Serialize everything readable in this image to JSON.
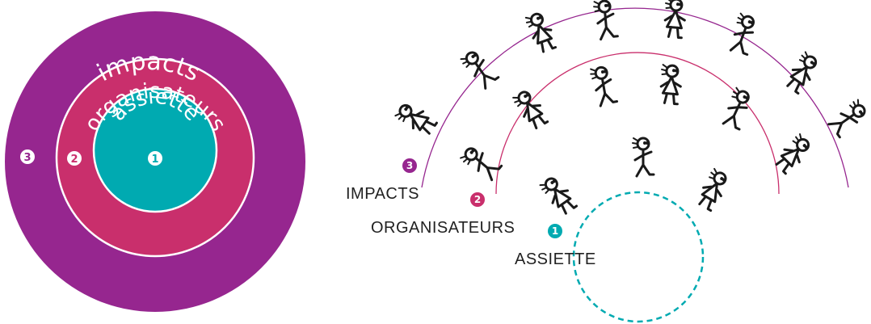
{
  "colors": {
    "impacts": "#96268f",
    "organisateurs": "#c92f6c",
    "assiette": "#00aab1",
    "ring_stroke": "#ffffff",
    "figure": "#1a1a1a"
  },
  "left_diagram": {
    "outer_label": "impacts",
    "middle_label": "organisateurs",
    "inner_label": "assiette",
    "outer_badge": "3",
    "middle_badge": "2",
    "inner_badge": "1"
  },
  "right_diagram": {
    "impacts_label": "IMPACTS",
    "organisateurs_label": "ORGANISATEURS",
    "assiette_label": "ASSIETTE",
    "impacts_badge": "3",
    "organisateurs_badge": "2",
    "assiette_badge": "1"
  }
}
